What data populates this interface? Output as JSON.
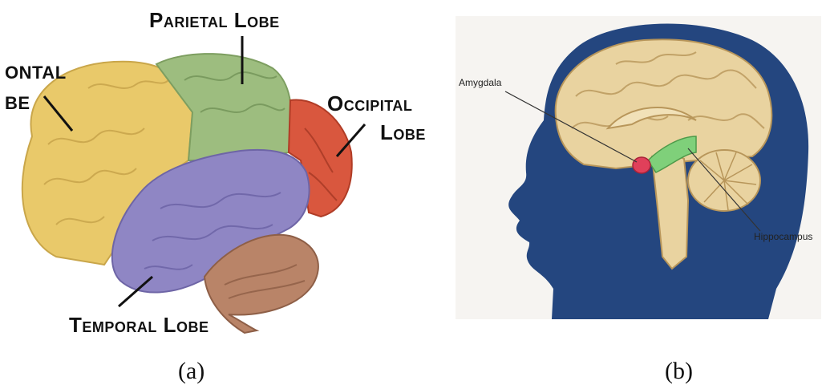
{
  "panel_a": {
    "labels": {
      "frontal_line1": "ONTAL",
      "frontal_line2": "BE",
      "parietal": "Parietal Lobe",
      "occipital_line1": "Occipital",
      "occipital_line2": "Lobe",
      "temporal": "Temporal Lobe"
    },
    "caption": "(a)",
    "colors": {
      "frontal": "#e9c96a",
      "parietal": "#9dbd7f",
      "occipital": "#d9573e",
      "temporal": "#8f86c4",
      "cerebellum": "#b98468"
    }
  },
  "panel_b": {
    "labels": {
      "amygdala": "Amygdala",
      "hippocampus": "Hippocampus"
    },
    "caption": "(b)",
    "colors": {
      "head": "#24467f",
      "brain": "#e9d3a0",
      "amygdala": "#e0405a",
      "hippocampus": "#7fd07a"
    }
  }
}
